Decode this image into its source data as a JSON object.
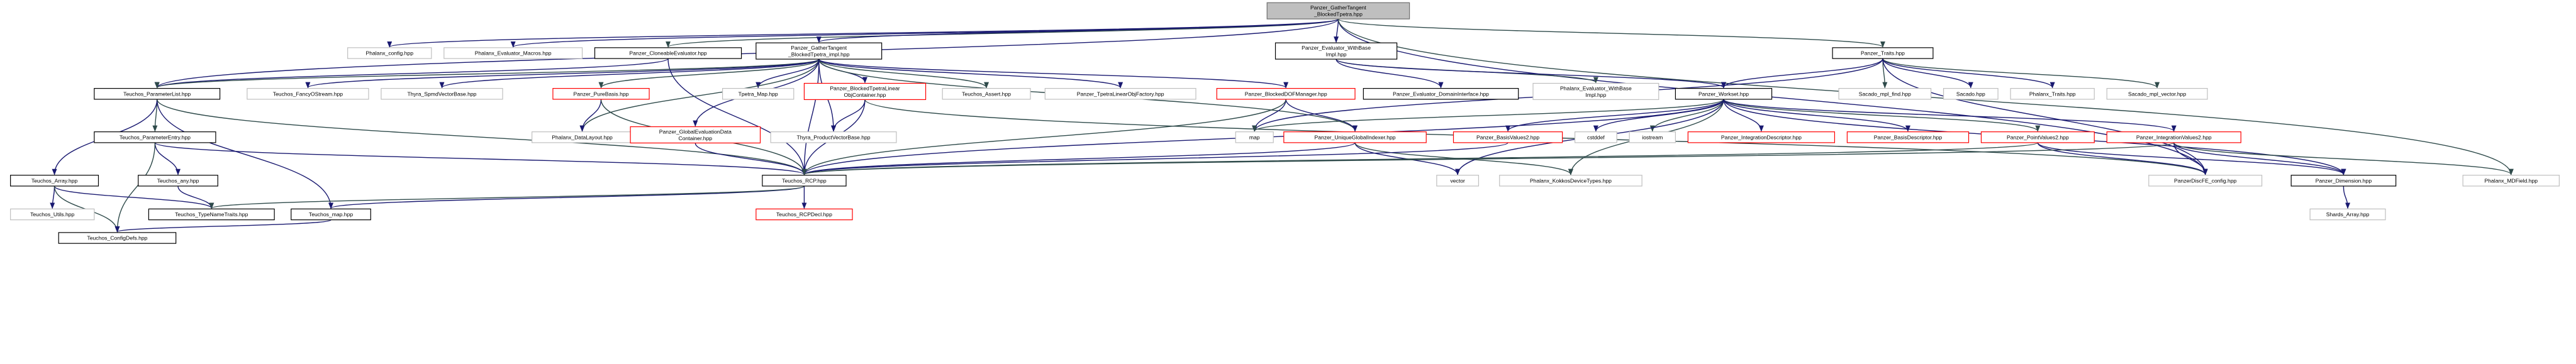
{
  "graph": {
    "colors": {
      "edge": "#191970",
      "edge_alt": "#2e4a4a",
      "border_focus": "#6e6e6e",
      "border_normal": "#000000",
      "border_link": "#ff0000",
      "border_external": "#bfbfbf",
      "fill_focus": "#bfbfbf",
      "fill_normal": "#ffffff",
      "text": "#000000"
    },
    "nodes": [
      {
        "id": "root",
        "lines": [
          "Panzer_GatherTangent",
          "_BlockedTpetra.hpp"
        ],
        "style": "focus"
      },
      {
        "id": "phalanx_config",
        "lines": [
          "Phalanx_config.hpp"
        ],
        "style": "external"
      },
      {
        "id": "phalanx_macros",
        "lines": [
          "Phalanx_Evaluator_Macros.hpp"
        ],
        "style": "external"
      },
      {
        "id": "cloneable",
        "lines": [
          "Panzer_CloneableEvaluator.hpp"
        ],
        "style": "normal"
      },
      {
        "id": "impl",
        "lines": [
          "Panzer_GatherTangent",
          "_BlockedTpetra_impl.hpp"
        ],
        "style": "normal"
      },
      {
        "id": "eval_withbase",
        "lines": [
          "Panzer_Evaluator_WithBase",
          "Impl.hpp"
        ],
        "style": "normal"
      },
      {
        "id": "traits",
        "lines": [
          "Panzer_Traits.hpp"
        ],
        "style": "normal"
      },
      {
        "id": "paramlist",
        "lines": [
          "Teuchos_ParameterList.hpp"
        ],
        "style": "normal"
      },
      {
        "id": "fancyostream",
        "lines": [
          "Teuchos_FancyOStream.hpp"
        ],
        "style": "external"
      },
      {
        "id": "spmd",
        "lines": [
          "Thyra_SpmdVectorBase.hpp"
        ],
        "style": "external"
      },
      {
        "id": "purebasis",
        "lines": [
          "Panzer_PureBasis.hpp"
        ],
        "style": "link"
      },
      {
        "id": "tpetra_map",
        "lines": [
          "Tpetra_Map.hpp"
        ],
        "style": "external"
      },
      {
        "id": "blocked_lin",
        "lines": [
          "Panzer_BlockedTpetraLinear",
          "ObjContainer.hpp"
        ],
        "style": "link"
      },
      {
        "id": "assert",
        "lines": [
          "Teuchos_Assert.hpp"
        ],
        "style": "external"
      },
      {
        "id": "tpetra_factory",
        "lines": [
          "Panzer_TpetraLinearObjFactory.hpp"
        ],
        "style": "external"
      },
      {
        "id": "blocked_dof",
        "lines": [
          "Panzer_BlockedDOFManager.hpp"
        ],
        "style": "link"
      },
      {
        "id": "domain_iface",
        "lines": [
          "Panzer_Evaluator_DomainInterface.hpp"
        ],
        "style": "normal"
      },
      {
        "id": "phx_withbase",
        "lines": [
          "Phalanx_Evaluator_WithBase",
          "Impl.hpp"
        ],
        "style": "external"
      },
      {
        "id": "workset",
        "lines": [
          "Panzer_Workset.hpp"
        ],
        "style": "normal"
      },
      {
        "id": "mpl_find",
        "lines": [
          "Sacado_mpl_find.hpp"
        ],
        "style": "external"
      },
      {
        "id": "sacado",
        "lines": [
          "Sacado.hpp"
        ],
        "style": "external"
      },
      {
        "id": "phx_traits",
        "lines": [
          "Phalanx_Traits.hpp"
        ],
        "style": "external"
      },
      {
        "id": "mpl_vector",
        "lines": [
          "Sacado_mpl_vector.hpp"
        ],
        "style": "external"
      },
      {
        "id": "paramentry",
        "lines": [
          "Teuchos_ParameterEntry.hpp"
        ],
        "style": "normal"
      },
      {
        "id": "datalayout",
        "lines": [
          "Phalanx_DataLayout.hpp"
        ],
        "style": "external"
      },
      {
        "id": "global_eval",
        "lines": [
          "Panzer_GlobalEvaluationData",
          "Container.hpp"
        ],
        "style": "link"
      },
      {
        "id": "thyra_pvb",
        "lines": [
          "Thyra_ProductVectorBase.hpp"
        ],
        "style": "external"
      },
      {
        "id": "map",
        "lines": [
          "map"
        ],
        "style": "external"
      },
      {
        "id": "unique_gi",
        "lines": [
          "Panzer_UniqueGlobalIndexer.hpp"
        ],
        "style": "link"
      },
      {
        "id": "basisvals2",
        "lines": [
          "Panzer_BasisValues2.hpp"
        ],
        "style": "link"
      },
      {
        "id": "cstddef",
        "lines": [
          "cstddef"
        ],
        "style": "external"
      },
      {
        "id": "iostream",
        "lines": [
          "iostream"
        ],
        "style": "external"
      },
      {
        "id": "int_desc",
        "lines": [
          "Panzer_IntegrationDescriptor.hpp"
        ],
        "style": "link"
      },
      {
        "id": "basis_desc",
        "lines": [
          "Panzer_BasisDescriptor.hpp"
        ],
        "style": "link"
      },
      {
        "id": "pointvals2",
        "lines": [
          "Panzer_PointValues2.hpp"
        ],
        "style": "link"
      },
      {
        "id": "intvals2",
        "lines": [
          "Panzer_IntegrationValues2.hpp"
        ],
        "style": "link"
      },
      {
        "id": "array",
        "lines": [
          "Teuchos_Array.hpp"
        ],
        "style": "normal"
      },
      {
        "id": "any",
        "lines": [
          "Teuchos_any.hpp"
        ],
        "style": "normal"
      },
      {
        "id": "rcp",
        "lines": [
          "Teuchos_RCP.hpp"
        ],
        "style": "normal"
      },
      {
        "id": "vector",
        "lines": [
          "vector"
        ],
        "style": "external"
      },
      {
        "id": "kokkos_dt",
        "lines": [
          "Phalanx_KokkosDeviceTypes.hpp"
        ],
        "style": "external"
      },
      {
        "id": "discfe",
        "lines": [
          "PanzerDiscFE_config.hpp"
        ],
        "style": "external"
      },
      {
        "id": "dimension",
        "lines": [
          "Panzer_Dimension.hpp"
        ],
        "style": "normal"
      },
      {
        "id": "mdfield",
        "lines": [
          "Phalanx_MDField.hpp"
        ],
        "style": "external"
      },
      {
        "id": "utils",
        "lines": [
          "Teuchos_Utils.hpp"
        ],
        "style": "external"
      },
      {
        "id": "typename",
        "lines": [
          "Teuchos_TypeNameTraits.hpp"
        ],
        "style": "normal"
      },
      {
        "id": "teuchos_map",
        "lines": [
          "Teuchos_map.hpp"
        ],
        "style": "normal"
      },
      {
        "id": "rcpdecl",
        "lines": [
          "Teuchos_RCPDecl.hpp"
        ],
        "style": "link"
      },
      {
        "id": "shards",
        "lines": [
          "Shards_Array.hpp"
        ],
        "style": "external"
      },
      {
        "id": "configdefs",
        "lines": [
          "Teuchos_ConfigDefs.hpp"
        ],
        "style": "normal"
      }
    ],
    "edges": [
      [
        "root",
        "phalanx_config"
      ],
      [
        "root",
        "phalanx_macros"
      ],
      [
        "root",
        "cloneable"
      ],
      [
        "root",
        "impl"
      ],
      [
        "root",
        "eval_withbase"
      ],
      [
        "root",
        "traits"
      ],
      [
        "root",
        "paramlist"
      ],
      [
        "root",
        "discfe"
      ],
      [
        "root",
        "mdfield"
      ],
      [
        "cloneable",
        "paramlist"
      ],
      [
        "cloneable",
        "rcp"
      ],
      [
        "impl",
        "paramlist"
      ],
      [
        "impl",
        "fancyostream"
      ],
      [
        "impl",
        "spmd"
      ],
      [
        "impl",
        "purebasis"
      ],
      [
        "impl",
        "tpetra_map"
      ],
      [
        "impl",
        "blocked_lin"
      ],
      [
        "impl",
        "assert"
      ],
      [
        "impl",
        "tpetra_factory"
      ],
      [
        "impl",
        "blocked_dof"
      ],
      [
        "impl",
        "datalayout"
      ],
      [
        "impl",
        "global_eval"
      ],
      [
        "impl",
        "thyra_pvb"
      ],
      [
        "impl",
        "unique_gi"
      ],
      [
        "impl",
        "rcp"
      ],
      [
        "eval_withbase",
        "domain_iface"
      ],
      [
        "eval_withbase",
        "phx_withbase"
      ],
      [
        "eval_withbase",
        "workset"
      ],
      [
        "traits",
        "workset"
      ],
      [
        "traits",
        "mpl_find"
      ],
      [
        "traits",
        "sacado"
      ],
      [
        "traits",
        "phx_traits"
      ],
      [
        "traits",
        "mpl_vector"
      ],
      [
        "traits",
        "discfe"
      ],
      [
        "traits",
        "map"
      ],
      [
        "paramlist",
        "paramentry"
      ],
      [
        "paramlist",
        "array"
      ],
      [
        "paramlist",
        "teuchos_map"
      ],
      [
        "paramlist",
        "rcp"
      ],
      [
        "paramentry",
        "any"
      ],
      [
        "paramentry",
        "rcp"
      ],
      [
        "paramentry",
        "configdefs"
      ],
      [
        "array",
        "utils"
      ],
      [
        "array",
        "typename"
      ],
      [
        "array",
        "configdefs"
      ],
      [
        "any",
        "typename"
      ],
      [
        "purebasis",
        "datalayout"
      ],
      [
        "purebasis",
        "rcp"
      ],
      [
        "blocked_lin",
        "thyra_pvb"
      ],
      [
        "blocked_lin",
        "rcp"
      ],
      [
        "blocked_lin",
        "discfe"
      ],
      [
        "blocked_dof",
        "map"
      ],
      [
        "blocked_dof",
        "unique_gi"
      ],
      [
        "blocked_dof",
        "rcp"
      ],
      [
        "global_eval",
        "rcp"
      ],
      [
        "unique_gi",
        "vector"
      ],
      [
        "unique_gi",
        "kokkos_dt"
      ],
      [
        "unique_gi",
        "rcp"
      ],
      [
        "workset",
        "rcp"
      ],
      [
        "workset",
        "map"
      ],
      [
        "workset",
        "basisvals2"
      ],
      [
        "workset",
        "cstddef"
      ],
      [
        "workset",
        "iostream"
      ],
      [
        "workset",
        "int_desc"
      ],
      [
        "workset",
        "basis_desc"
      ],
      [
        "workset",
        "pointvals2"
      ],
      [
        "workset",
        "intvals2"
      ],
      [
        "workset",
        "dimension"
      ],
      [
        "workset",
        "kokkos_dt"
      ],
      [
        "workset",
        "vector"
      ],
      [
        "basisvals2",
        "rcp"
      ],
      [
        "pointvals2",
        "rcp"
      ],
      [
        "pointvals2",
        "dimension"
      ],
      [
        "pointvals2",
        "discfe"
      ],
      [
        "intvals2",
        "rcp"
      ],
      [
        "intvals2",
        "dimension"
      ],
      [
        "intvals2",
        "discfe"
      ],
      [
        "intvals2",
        "mdfield"
      ],
      [
        "rcp",
        "rcpdecl"
      ],
      [
        "rcp",
        "teuchos_map"
      ],
      [
        "rcp",
        "typename"
      ],
      [
        "teuchos_map",
        "configdefs"
      ],
      [
        "dimension",
        "shards"
      ]
    ]
  }
}
